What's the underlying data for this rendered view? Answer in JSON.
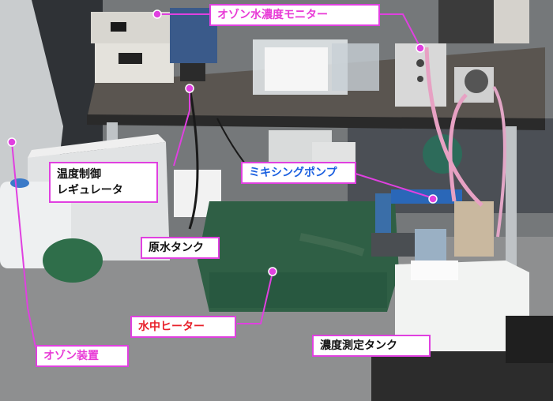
{
  "labels": {
    "ozone_monitor": {
      "text": "オゾン水濃度モニター",
      "color": "#e83ad6"
    },
    "temp_regulator": {
      "text": "温度制御\nレギュレータ",
      "color": "#111111"
    },
    "mixing_pump": {
      "text": "ミキシングポンプ",
      "color": "#1a5fe0"
    },
    "raw_tank": {
      "text": "原水タンク",
      "color": "#111111"
    },
    "water_heater": {
      "text": "水中ヒーター",
      "color": "#e8202a"
    },
    "ozone_device": {
      "text": "オゾン装置",
      "color": "#e83ad6"
    },
    "conc_tank": {
      "text": "濃度測定タンク",
      "color": "#111111"
    }
  },
  "colors": {
    "leader": "#e040e0",
    "border": "#e040e0"
  }
}
